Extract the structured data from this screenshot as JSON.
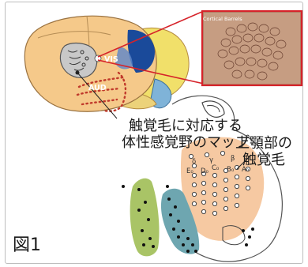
{
  "figure": {
    "label": "図1",
    "caption_map_line1": "触覚毛に対応する",
    "caption_map_line2": "体性感覚野のマップ",
    "caption_whiskers_line1": "上顎部の",
    "caption_whiskers_line2": "触覚毛"
  },
  "brain": {
    "vis_label": "VIS",
    "aud_label": "AUD"
  },
  "inset": {
    "title": "Cortical Barrels",
    "border_color": "#d6232a"
  },
  "snout": {
    "row_labels": [
      "δ",
      "γ",
      "β",
      "E",
      "D",
      "C",
      "B",
      "A"
    ],
    "row_label_text": {
      "delta": "δ",
      "gamma": "γ",
      "beta": "β",
      "e": "E₀",
      "d": "D₀",
      "c": "C₀",
      "b": "B₀",
      "a": "A₀"
    }
  },
  "colors": {
    "brain_fill": "#f5c98a",
    "cerebellum_fill": "#f3e26a",
    "visual_fill": "#1a4a9a",
    "snout_fill": "#f6c9a2",
    "green_pad": "#a9c466",
    "teal_pad": "#6ea6b0",
    "barrel_dots": "#c0392b"
  }
}
